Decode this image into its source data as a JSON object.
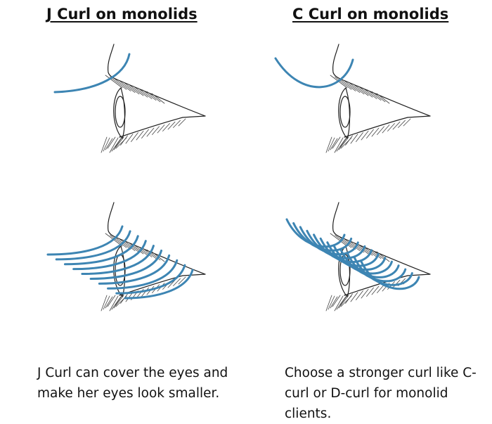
{
  "colors": {
    "lash_blue": "#3d85b3",
    "sketch": "#1f1f1f"
  },
  "columns": [
    {
      "title": "J Curl on monolids",
      "curl": "J",
      "caption": "J Curl can cover the eyes and make her eyes look smaller."
    },
    {
      "title": "C Curl on monolids",
      "curl": "C",
      "caption": "Choose a stronger curl like C-curl or D-curl for monolid clients."
    }
  ]
}
